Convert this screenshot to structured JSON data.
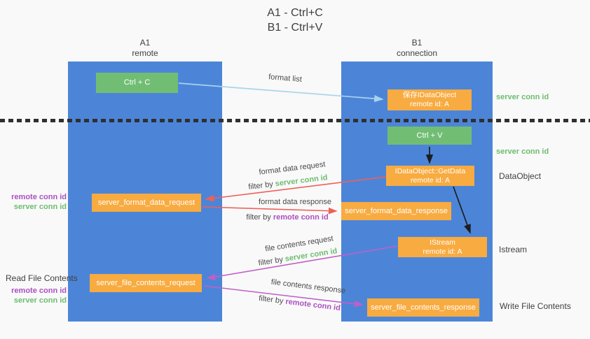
{
  "title": {
    "line1": "A1 - Ctrl+C",
    "line2": "B1 - Ctrl+V"
  },
  "columns": {
    "left": {
      "header_line1": "A1",
      "header_line2": "remote"
    },
    "right": {
      "header_line1": "B1",
      "header_line2": "connection"
    }
  },
  "nodes": {
    "ctrl_c": "Ctrl + C",
    "save_idataobject": {
      "line1": "保存IDataObject",
      "line2": "remote id: A"
    },
    "ctrl_v": "Ctrl + V",
    "getdata": {
      "line1": "IDataObject::GetData",
      "line2": "remote id: A"
    },
    "format_request": "server_format_data_request",
    "format_response": "server_format_data_response",
    "istream": {
      "line1": "IStream",
      "line2": "remote id: A"
    },
    "file_request": "server_file_contents_request",
    "file_response": "server_file_contents_response"
  },
  "arrow_labels": {
    "format_list": "format list",
    "format_data_request": "format data request",
    "format_data_response": "format data response",
    "file_contents_request": "file contents request",
    "file_contents_response": "file contents response",
    "filter_prefix": "filter by ",
    "server_conn_id": "server conn id",
    "remote_conn_id": "remote conn id"
  },
  "side_labels": {
    "server_conn_id_top": "server conn id",
    "server_conn_id_mid": "server conn id",
    "dataobject": "DataObject",
    "istream": "Istream",
    "write_file_contents": "Write File Contents",
    "read_file_contents": "Read File Contents",
    "pair1": {
      "remote": "remote conn id",
      "server": "server conn id"
    },
    "pair2": {
      "remote": "remote conn id",
      "server": "server conn id"
    }
  },
  "colors": {
    "bg": "#f9f9f9",
    "blue": "#4c85d8",
    "green": "#72bd74",
    "orange": "#f8ab40",
    "arrow_blue": "#a7d2ee",
    "arrow_red": "#ee6058",
    "arrow_magenta": "#c05fc8",
    "text_green": "#6dbd70",
    "text_magenta": "#ab50c0",
    "text_dark": "#3f3f3f",
    "dotted": "#2f2f2f"
  }
}
